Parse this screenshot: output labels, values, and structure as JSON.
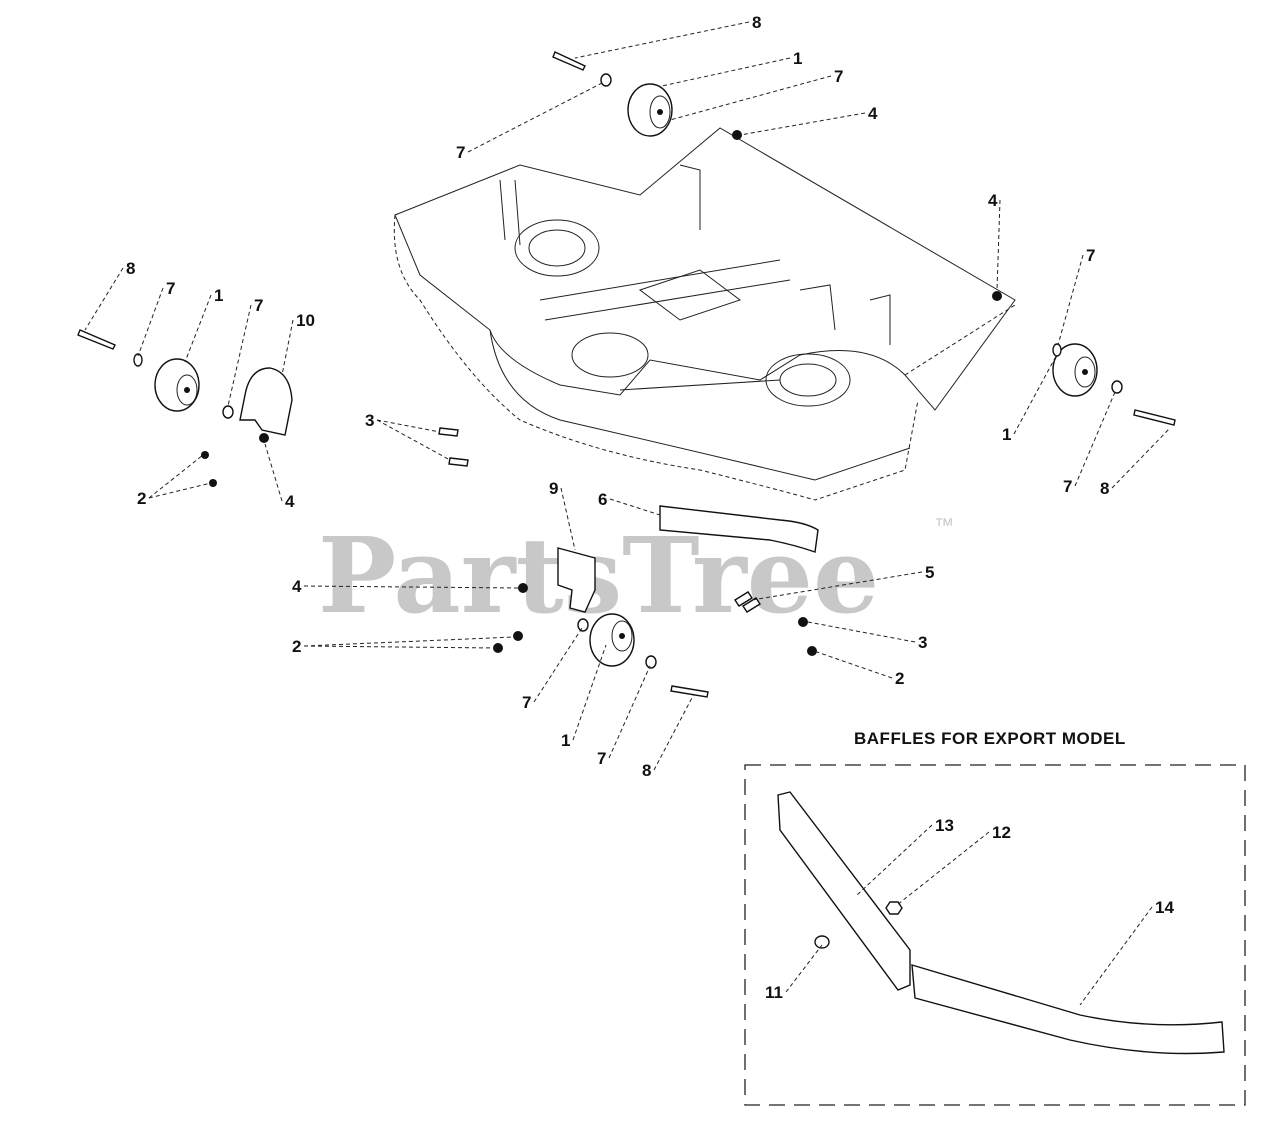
{
  "watermark": {
    "text": "PartsTree",
    "trademark": "™",
    "color": "#c8c8c8"
  },
  "inset": {
    "title": "BAFFLES FOR EXPORT MODEL"
  },
  "callouts": [
    "8",
    "1",
    "7",
    "4",
    "7",
    "4",
    "7",
    "1",
    "7",
    "8",
    "8",
    "7",
    "1",
    "7",
    "10",
    "4",
    "2",
    "3",
    "9",
    "6",
    "5",
    "4",
    "2",
    "3",
    "2",
    "7",
    "1",
    "7",
    "8",
    "13",
    "12",
    "14",
    "11"
  ]
}
